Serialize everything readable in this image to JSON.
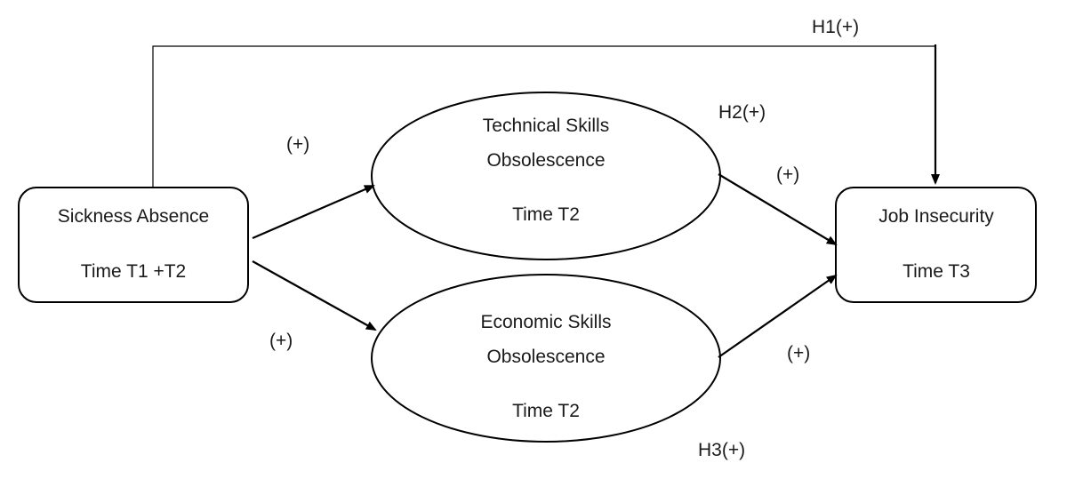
{
  "nodes": {
    "sickness_absence": {
      "title": "Sickness Absence",
      "time": "Time T1 +T2"
    },
    "technical_skills": {
      "line1": "Technical Skills",
      "line2": "Obsolescence",
      "time": "Time T2"
    },
    "economic_skills": {
      "line1": "Economic Skills",
      "line2": "Obsolescence",
      "time": "Time T2"
    },
    "job_insecurity": {
      "title": "Job Insecurity",
      "time": "Time T3"
    }
  },
  "labels": {
    "h1": "H1(+)",
    "h2": "H2(+)",
    "h3": "H3(+)",
    "sa_to_tech": "(+)",
    "sa_to_econ": "(+)",
    "tech_to_job": "(+)",
    "econ_to_job": "(+)"
  }
}
